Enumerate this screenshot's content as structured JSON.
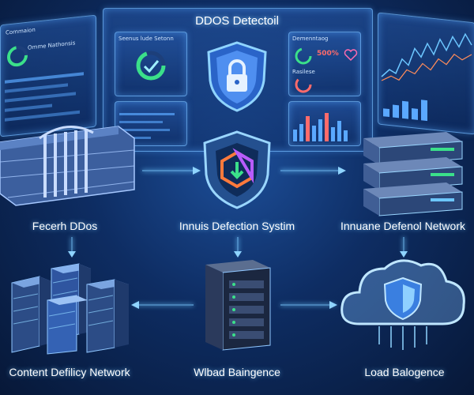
{
  "header": {
    "title": "DDOS Detectoil"
  },
  "panels": {
    "left": {
      "title": "Commaion",
      "subtitle": "Omme Nathonsis"
    },
    "center": {
      "title": "Seenus lude Setonn"
    },
    "right_small": {
      "title": "Demenntaog",
      "value": "500%"
    },
    "right_small2": {
      "title": "Rasilese"
    }
  },
  "nodes": {
    "firewall": {
      "label": "Fecerh DDos"
    },
    "detection": {
      "label": "Innuis Defection Systim"
    },
    "defense": {
      "label": "Innuane Defenol Network"
    },
    "cdn": {
      "label": "Content Defilicy Network"
    },
    "balance_server": {
      "label": "Wlbad Baingence"
    },
    "load_cloud": {
      "label": "Load Balogence"
    }
  },
  "colors": {
    "background": "#0e2d63",
    "accent": "#6cc6ff",
    "shield": "#3a7fe0",
    "alert": "#ff6b6b",
    "success": "#3be08a"
  }
}
